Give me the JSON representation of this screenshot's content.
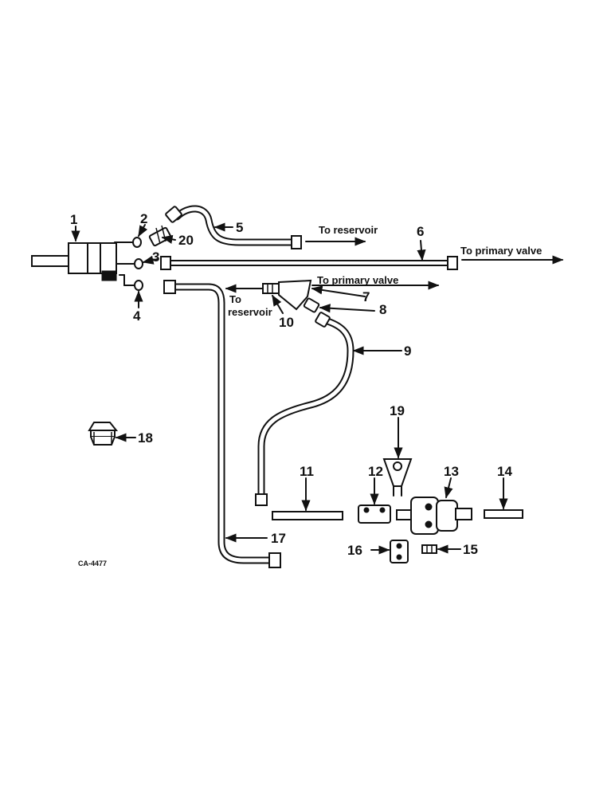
{
  "callouts": [
    "1",
    "2",
    "3",
    "4",
    "5",
    "6",
    "7",
    "8",
    "9",
    "10",
    "11",
    "12",
    "13",
    "14",
    "15",
    "16",
    "17",
    "18",
    "19",
    "20"
  ],
  "notes": {
    "to_reservoir_top": "To reservoir",
    "to_primary_valve_right": "To primary valve",
    "to_primary_valve_mid": "To primary valve",
    "to_reservoir_mid_a": "To",
    "to_reservoir_mid_b": "reservoir"
  },
  "drawing_code": "CA-4477"
}
